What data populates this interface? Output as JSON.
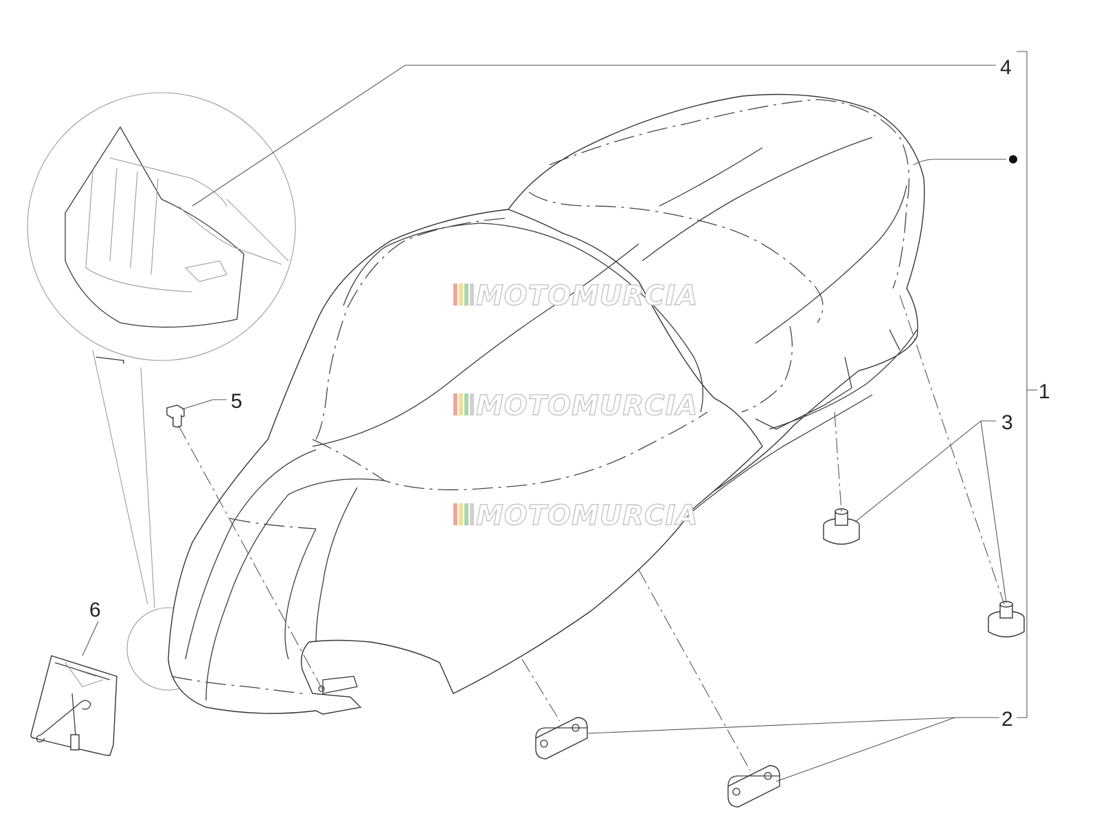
{
  "callouts": [
    {
      "id": "1",
      "label": "1"
    },
    {
      "id": "2",
      "label": "2"
    },
    {
      "id": "3",
      "label": "3"
    },
    {
      "id": "4",
      "label": "4"
    },
    {
      "id": "5",
      "label": "5"
    },
    {
      "id": "6",
      "label": "6"
    }
  ],
  "watermark": {
    "text": "MOTOMURCIA",
    "stripe_colors": [
      "#e8a6a6",
      "#f0e08a",
      "#a9d6a9",
      "#cfcfcf"
    ]
  }
}
